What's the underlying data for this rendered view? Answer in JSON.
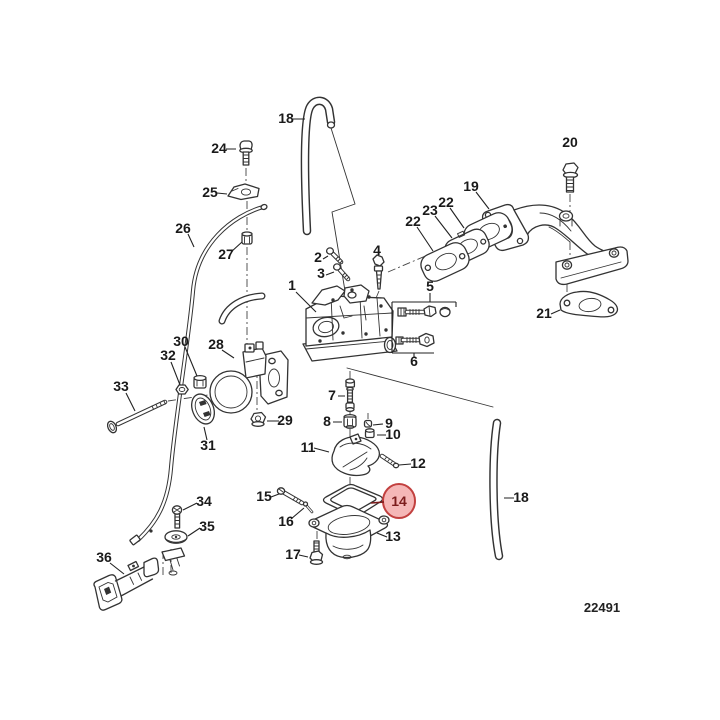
{
  "diagram": {
    "drawing_number": "22491",
    "highlighted_callout": "14",
    "colors": {
      "background": "#ffffff",
      "line": "#333333",
      "label_text": "#1a1a1a",
      "highlight_fill": "#f2a3a3",
      "highlight_stroke": "#c2403f",
      "highlight_text": "#7c1c1c"
    },
    "callouts": {
      "1": "1",
      "2": "2",
      "3": "3",
      "4": "4",
      "5": "5",
      "6": "6",
      "7": "7",
      "8": "8",
      "9": "9",
      "10": "10",
      "11": "11",
      "12": "12",
      "13": "13",
      "14": "14",
      "15": "15",
      "16": "16",
      "17": "17",
      "18": "18",
      "19": "19",
      "20": "20",
      "21": "21",
      "22": "22",
      "23": "23",
      "24": "24",
      "25": "25",
      "26": "26",
      "27": "27",
      "28": "28",
      "29": "29",
      "30": "30",
      "31": "31",
      "32": "32",
      "33": "33",
      "34": "34",
      "35": "35",
      "36": "36"
    }
  }
}
